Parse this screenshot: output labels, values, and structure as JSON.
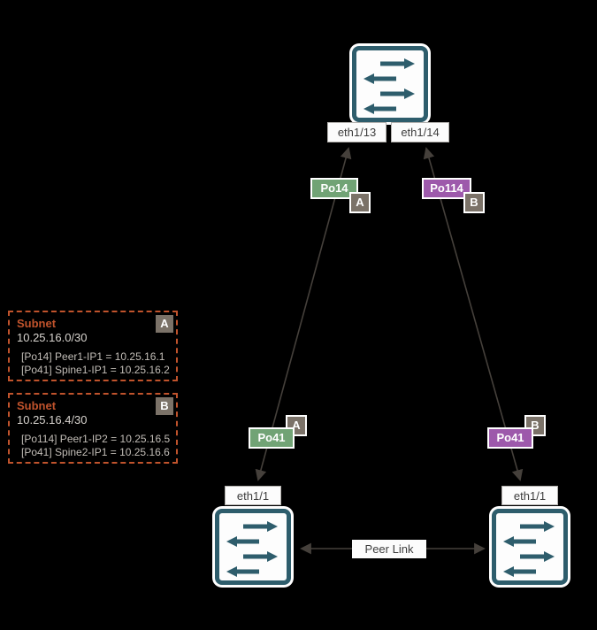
{
  "diagram": {
    "type": "network-topology",
    "description": "Spine switch connected to two peer switches via port-channels, with peer link and subnet details"
  },
  "colors": {
    "background": "#000000",
    "switch_teal": "#2e5d6c",
    "port_channel_green": "#71a375",
    "port_channel_purple": "#9d59ab",
    "badge_gray": "#7b7268",
    "subnet_orange": "#c0532c",
    "connector_line": "#45403b",
    "label_text": "#3d3d3d"
  },
  "spine_switch": {
    "port_labels": [
      "eth1/13",
      "eth1/14"
    ]
  },
  "peer1_switch": {
    "port_label": "eth1/1"
  },
  "peer2_switch": {
    "port_label": "eth1/1"
  },
  "port_channels": {
    "spine_to_peer1": "Po14",
    "spine_to_peer2": "Po114",
    "peer1_uplink": "Po41",
    "peer2_uplink": "Po41"
  },
  "badges": {
    "a": "A",
    "b": "B"
  },
  "peer_link_label": "Peer Link",
  "subnets": [
    {
      "title": "Subnet",
      "badge": "A",
      "cidr": "10.25.16.0/30",
      "entries": [
        "[Po14] Peer1-IP1 = 10.25.16.1",
        "[Po41] Spine1-IP1 = 10.25.16.2"
      ]
    },
    {
      "title": "Subnet",
      "badge": "B",
      "cidr": "10.25.16.4/30",
      "entries": [
        "[Po114] Peer1-IP2 = 10.25.16.5",
        "[Po41] Spine2-IP1 = 10.25.16.6"
      ]
    }
  ]
}
